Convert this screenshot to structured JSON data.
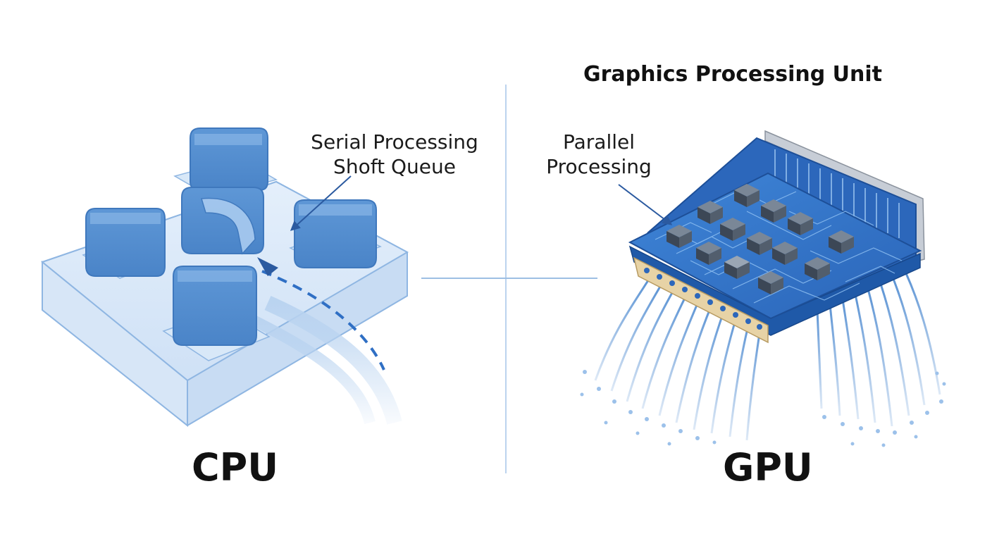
{
  "cpu": {
    "label": "CPU",
    "callout_line1": "Serial Processing",
    "callout_line2": "Shoft Queue"
  },
  "gpu": {
    "title": "Graphics Processing Unit",
    "label": "GPU",
    "callout_line1": "Parallel",
    "callout_line2": "Processing"
  },
  "colors": {
    "accent_blue": "#2f6fc4",
    "light_blue": "#cfe1f6",
    "cube_blue": "#6aa2de",
    "divider": "#9dbfe3",
    "text": "#111111"
  },
  "icons": [
    "cpu-chip-icon",
    "gpu-card-icon",
    "arrow-icon"
  ]
}
